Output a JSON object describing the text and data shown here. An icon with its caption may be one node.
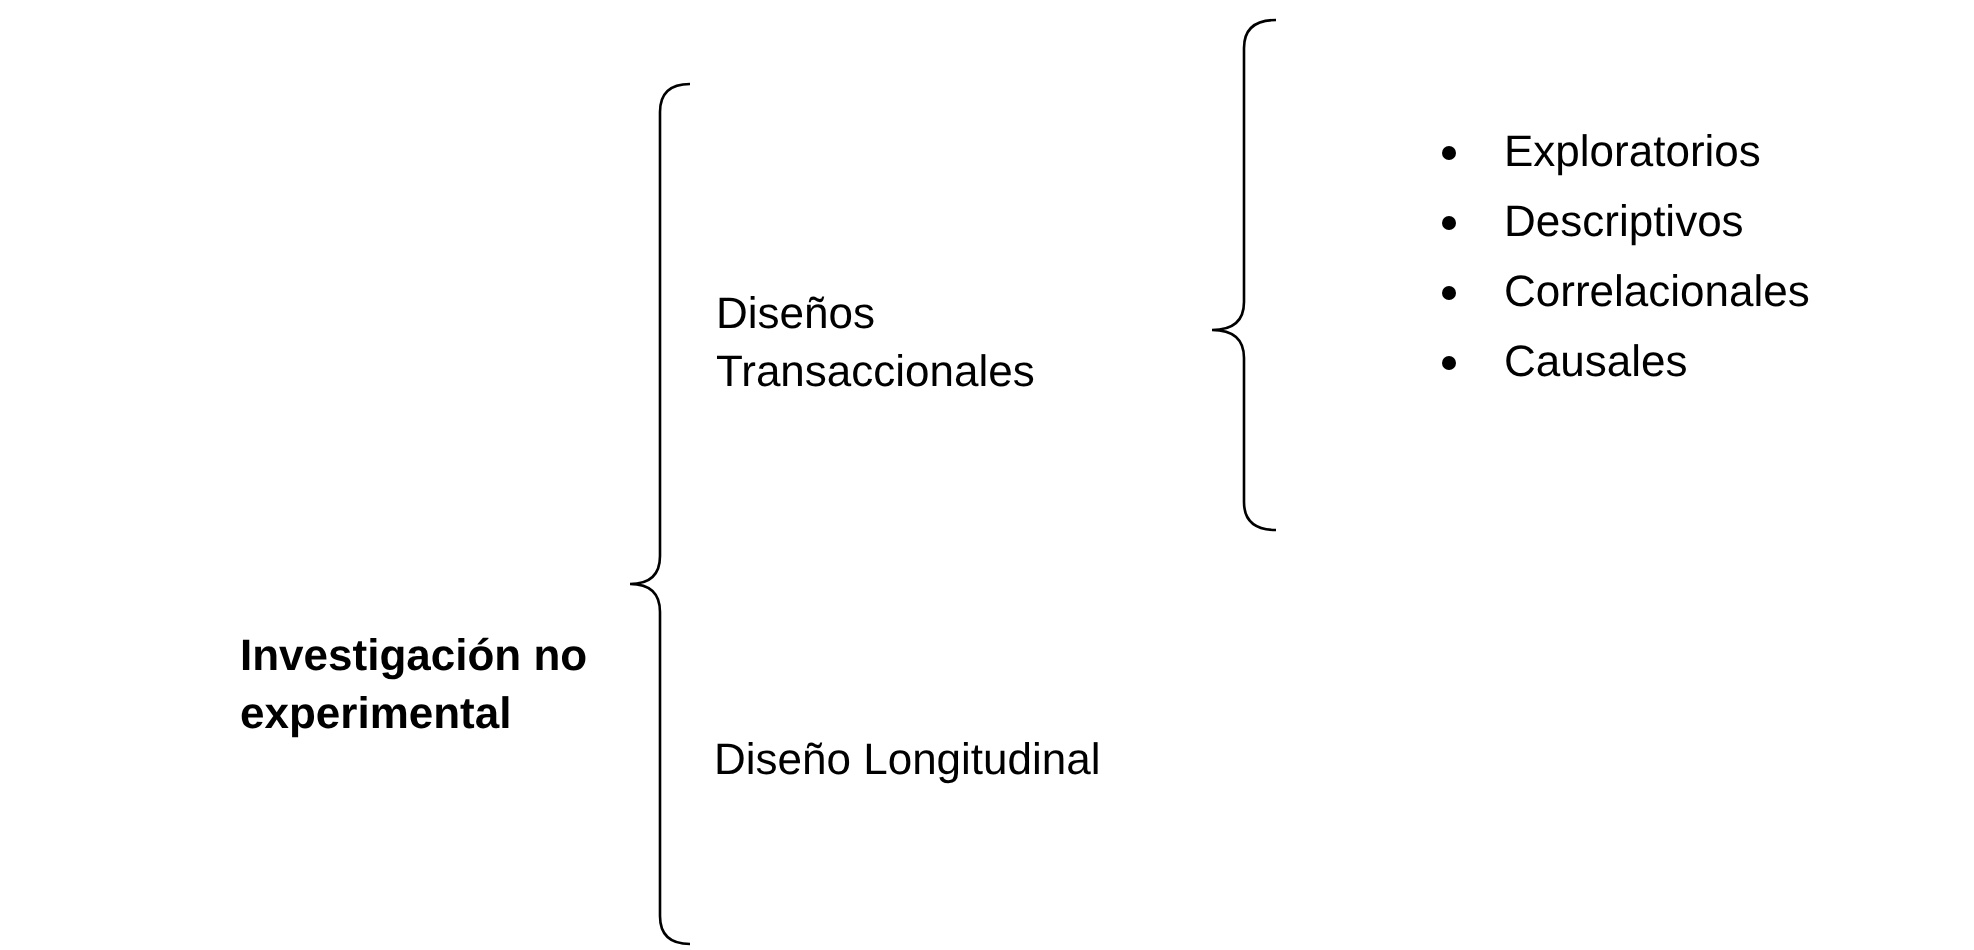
{
  "diagram": {
    "labels": [
      "Investigación no experimental",
      "Diseños Transaccionales",
      "Diseño Longitudinal",
      "Exploratorios",
      "Descriptivos",
      "Correlacionales",
      "Causales"
    ]
  }
}
